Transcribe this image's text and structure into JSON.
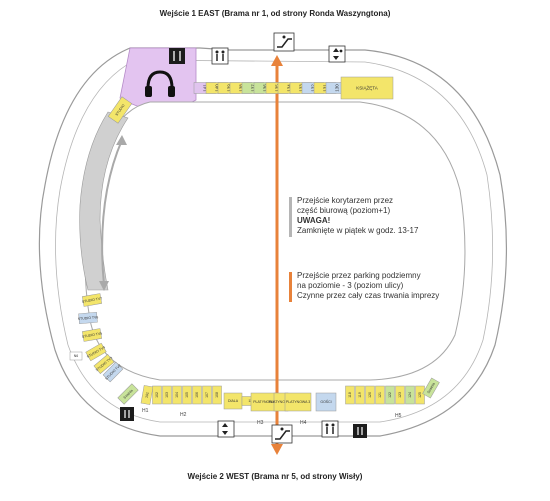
{
  "map": {
    "title_top": "Wejście 1 EAST (Brama nr 1, od strony Ronda Waszyngtona)",
    "title_bottom": "Wejście 2 WEST (Brama nr 5, od strony Wisły)",
    "note_office": {
      "line1": "Przejście korytarzem przez",
      "line2": "część biurową (poziom+1)",
      "warning": "UWAGA!",
      "line4": "Zamknięte w piątek w godz. 13-17"
    },
    "note_parking": {
      "line1": "Przejście przez parking podziemny",
      "line2": "na poziomie - 3 (poziom ulicy)",
      "line3": "Czynne przez cały czas trwania imprezy"
    },
    "colors": {
      "corridor": "#e8823a",
      "office_zone": "#e3c4f0",
      "box_yellow": "#f3e56a",
      "box_green": "#c8e39a",
      "box_blue": "#c4d8ee",
      "box_purple": "#e0c4ee",
      "concourse": "#d0d0d0"
    },
    "top_boxes": [
      "141",
      "140",
      "139",
      "138",
      "137",
      "136",
      "135",
      "134",
      "133",
      "132",
      "131",
      "130",
      "KSIĄŻĘTA"
    ],
    "top_box_colors": [
      "purple",
      "yellow",
      "yellow",
      "yellow",
      "green",
      "green",
      "yellow",
      "yellow",
      "yellow",
      "blue",
      "yellow",
      "blue",
      "yellow"
    ],
    "left_boxes": [
      "STUDIO",
      "STUDIO TV7",
      "STUDIO TV6",
      "STUDIO TV5",
      "STUDIO TV4",
      "STUDIO TV3",
      "STUDIO TV2",
      "N6"
    ],
    "left_box_colors": [
      "yellow",
      "yellow",
      "blue",
      "yellow",
      "yellow",
      "yellow",
      "blue",
      "white"
    ],
    "bottom_boxes_left": [
      "Szatnia",
      "101",
      "102",
      "103",
      "104",
      "105",
      "106",
      "107",
      "108",
      "DIALA",
      "111"
    ],
    "bottom_colors_left": [
      "green",
      "yellow",
      "yellow",
      "yellow",
      "yellow",
      "yellow",
      "yellow",
      "yellow",
      "yellow",
      "yellow",
      "yellow"
    ],
    "bottom_boxes_center": [
      "PLATYNOWA",
      "PLATYNOWA 2",
      "PLATYNOWA 3",
      "GOŚCI"
    ],
    "bottom_colors_center": [
      "yellow",
      "yellow",
      "yellow",
      "blue"
    ],
    "bottom_boxes_right": [
      "118",
      "119",
      "120",
      "121",
      "122",
      "123",
      "124",
      "125"
    ],
    "bottom_colors_right": [
      "yellow",
      "yellow",
      "yellow",
      "yellow",
      "green",
      "yellow",
      "green",
      "yellow"
    ],
    "right_end_box": "Szatnia",
    "gates": [
      "H1",
      "H2",
      "H3",
      "H4",
      "H5"
    ]
  }
}
